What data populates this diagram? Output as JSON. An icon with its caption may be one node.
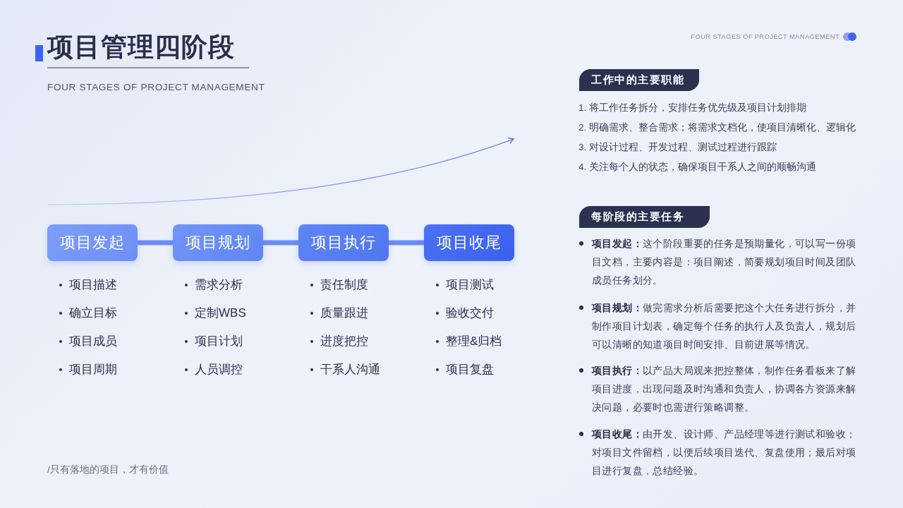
{
  "diagram": {
    "title": "项目管理四阶段",
    "nodes": [
      {
        "text": [
          "项目发起"
        ],
        "beside": [
          "项目描述",
          "确立目标",
          "项目成员",
          "项目周期"
        ]
      },
      {
        "text": [
          "项目规划"
        ],
        "beside": [
          "需求分析",
          "定制WBS",
          "项目计划",
          "人员调控"
        ]
      },
      {
        "text": [
          "项目执行"
        ],
        "beside": [
          "责任制度",
          "质量跟进",
          "进度把控",
          "干系人沟通"
        ]
      },
      {
        "text": [
          "项目收尾"
        ],
        "beside": [
          "项目测试",
          "验收交付",
          "整理&归档",
          "项目复盘"
        ]
      },
      {
        "text": [
          "工作中的主要职能"
        ]
      },
      {
        "text": [
          "每阶段的主要任务"
        ]
      }
    ],
    "edges": [
      {
        "from": 0,
        "to": 1,
        "arrow": "none"
      },
      {
        "from": 1,
        "to": 2,
        "arrow": "none"
      },
      {
        "from": 2,
        "to": 3,
        "arrow": "none"
      }
    ],
    "labels": [
      "FOUR STAGES OF PROJECT MANAGEMENT",
      "FOUR STAGES OF PROJECT MANAGEMENT",
      "1. 将工作任务拆分，安排任务优先级及项目计划排期",
      "2. 明确需求、整合需求；将需求文档化，使项目清晰化、逻辑化",
      "3. 对设计过程、开发过程、测试过程进行跟踪",
      "4. 关注每个人的状态，确保项目干系人之间的顺畅沟通",
      "**项目发起：**这个阶段重要的任务是预期量化，可以写一份项目文档，主要内容是：项目阐述，简要规划项目时间及团队成员任务划分。",
      "**项目规划：**做完需求分析后需要把这个大任务进行拆分，并制作项目计划表，确定每个任务的执行人及负责人，规划后可以清晰的知道项目时间安排、目前进展等情况。",
      "**项目执行：**以产品大局观来把控整体，制作任务看板来了解项目进度，出现问题及时沟通和负责人，协调各方资源来解决问题，必要时也需进行策略调整。",
      "**项目收尾：**由开发、设计师、产品经理等进行测试和验收；对项目文件留档，以便后续项目迭代、复盘使用；最后对项目进行复盘，总结经验。",
      "/只有落地的项目，才有价值"
    ]
  }
}
